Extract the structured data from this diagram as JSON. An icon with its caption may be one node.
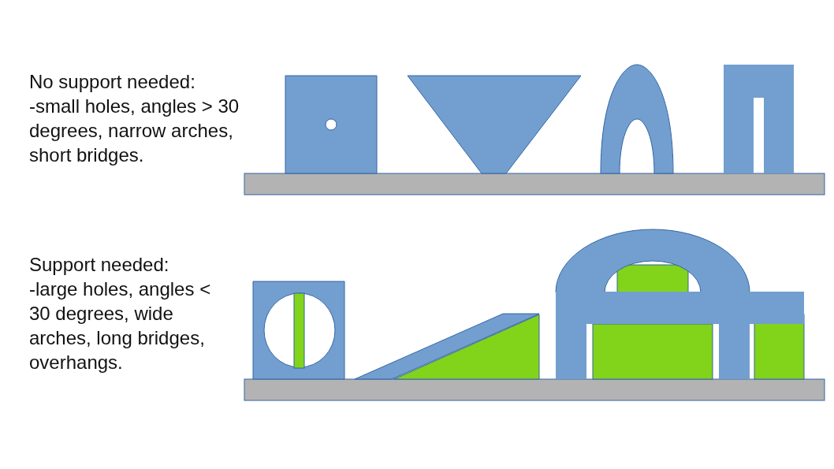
{
  "diagram": {
    "labels": [
      "No support needed:",
      "-small holes, angles > 30 degrees, narrow arches, short bridges.",
      "Support needed:",
      "-large holes, angles < 30 degrees, wide arches, long bridges, overhangs."
    ]
  }
}
